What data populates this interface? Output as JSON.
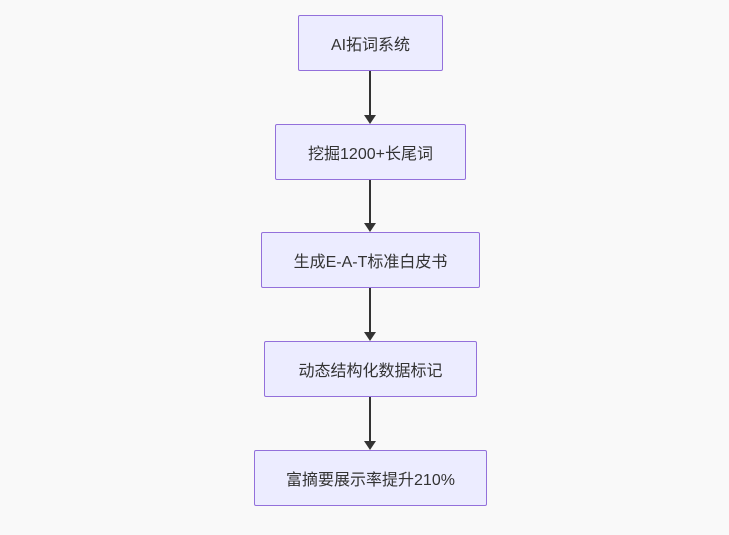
{
  "diagram": {
    "type": "flowchart",
    "direction": "top-down",
    "nodes": [
      {
        "id": "step-1",
        "label": "AI拓词系统"
      },
      {
        "id": "step-2",
        "label": "挖掘1200+长尾词"
      },
      {
        "id": "step-3",
        "label": "生成E-A-T标准白皮书"
      },
      {
        "id": "step-4",
        "label": "动态结构化数据标记"
      },
      {
        "id": "step-5",
        "label": "富摘要展示率提升210%"
      }
    ],
    "edges": [
      {
        "from": "step-1",
        "to": "step-2"
      },
      {
        "from": "step-2",
        "to": "step-3"
      },
      {
        "from": "step-3",
        "to": "step-4"
      },
      {
        "from": "step-4",
        "to": "step-5"
      }
    ],
    "colors": {
      "node_fill": "#ECECFF",
      "node_border": "#9370DB",
      "arrow": "#333333",
      "text": "#333333",
      "background": "#f9f9f9"
    }
  }
}
